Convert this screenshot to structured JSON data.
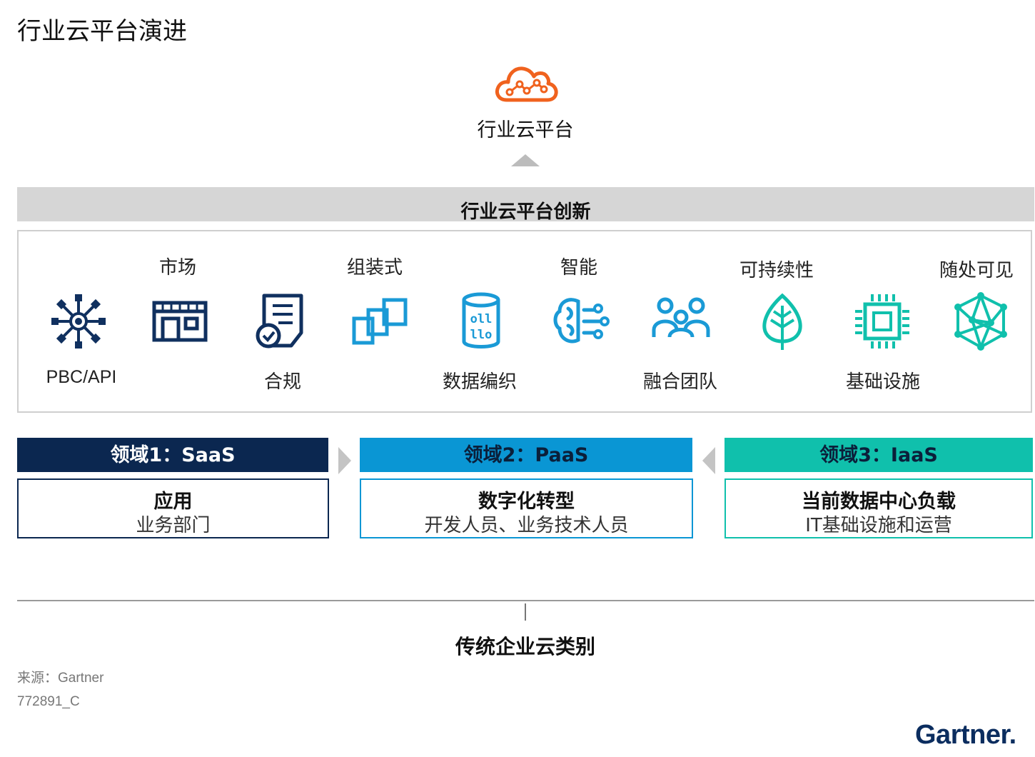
{
  "title": "行业云平台演进",
  "platform": {
    "label": "行业云平台",
    "icon": "cloud-network-icon"
  },
  "innovation": {
    "title": "行业云平台创新",
    "top_labels": [
      "市场",
      "组装式",
      "智能",
      "可持续性",
      "随处可见"
    ],
    "bottom_labels": [
      "PBC/API",
      "合规",
      "数据编织",
      "融合团队",
      "基础设施"
    ],
    "icons": [
      "pbc-api-network-icon",
      "storefront-icon",
      "compliance-document-icon",
      "composable-blocks-icon",
      "data-fabric-icon",
      "ai-brain-icon",
      "fusion-team-icon",
      "leaf-icon",
      "chip-infrastructure-icon",
      "mesh-network-icon"
    ]
  },
  "domains": [
    {
      "header": "领域1：SaaS",
      "line1": "应用",
      "line2": "业务部门",
      "color": "#0b2750"
    },
    {
      "header": "领域2：PaaS",
      "line1": "数字化转型",
      "line2": "开发人员、业务技术人员",
      "color": "#0a96d4"
    },
    {
      "header": "领域3：IaaS",
      "line1": "当前数据中心负载",
      "line2": "IT基础设施和运营",
      "color": "#10c0ac"
    }
  ],
  "traditional": {
    "label": "传统企业云类别"
  },
  "footer": {
    "source": "来源：Gartner",
    "doc_id": "772891_C",
    "logo": "Gartner."
  },
  "colors": {
    "navy": "#0b2750",
    "blue": "#0a96d4",
    "teal": "#10c0ac",
    "orange": "#f0621e",
    "icon_navy": "#10305f",
    "icon_blue": "#1a9ad6"
  }
}
